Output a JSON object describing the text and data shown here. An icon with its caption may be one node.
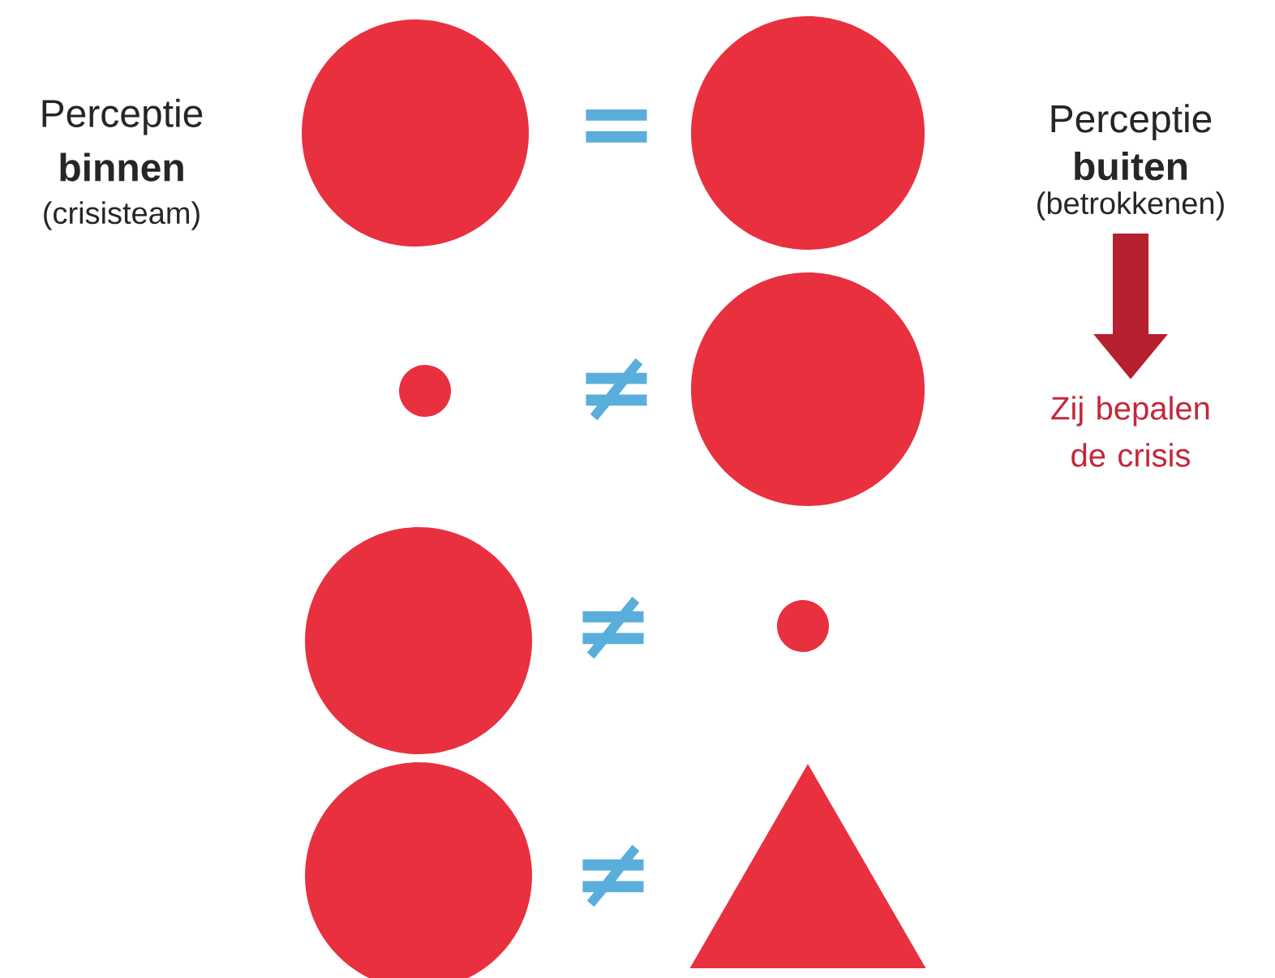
{
  "diagram": {
    "nodes": [
      {
        "text": [],
        "shape": "circle"
      },
      {
        "text": [],
        "shape": "circle"
      },
      {
        "text": [
          "Perceptie",
          "buiten",
          "(betrokkenen)"
        ]
      },
      {
        "text": [],
        "shape": "circle"
      },
      {
        "text": [],
        "shape": "circle"
      },
      {
        "text": [
          "Zij bepalen de crisis"
        ]
      },
      {
        "text": [],
        "shape": "circle"
      },
      {
        "text": [],
        "shape": "circle"
      },
      {
        "text": [],
        "shape": "circle"
      },
      {
        "text": [],
        "shape": "triangle"
      }
    ],
    "edges": [
      {
        "from": 2,
        "to": 5,
        "arrow": "to",
        "color": "#b51f2e"
      }
    ],
    "labels": [
      "Perceptie",
      "binnen",
      "(crisisteam)",
      "=",
      "≠",
      "≠",
      "≠"
    ]
  }
}
